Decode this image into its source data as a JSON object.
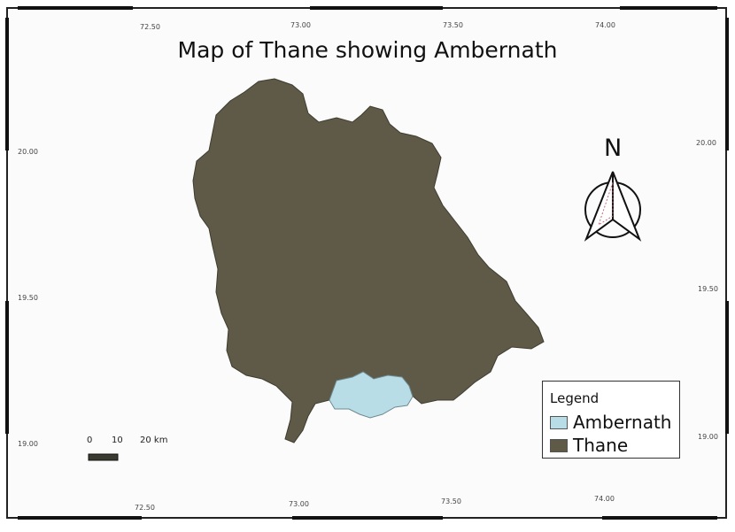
{
  "title": "Map of Thane showing Ambernath",
  "grid_ticks": {
    "top": [
      "72.50",
      "73.00",
      "73.50",
      "74.00"
    ],
    "bottom": [
      "72.50",
      "73.00",
      "73.50",
      "74.00"
    ],
    "left": [
      "20.00",
      "19.50",
      "19.00"
    ],
    "right": [
      "20.00",
      "19.50",
      "19.00"
    ]
  },
  "north_arrow": {
    "label": "N",
    "icon": "north-arrow-icon"
  },
  "legend": {
    "title": "Legend",
    "items": [
      {
        "label": "Ambernath",
        "color": "#b9dde6"
      },
      {
        "label": "Thane",
        "color": "#5e5a47"
      }
    ]
  },
  "scale_bar": {
    "labels": [
      "0",
      "10",
      "20 km"
    ]
  },
  "colors": {
    "thane": "#5e5a47",
    "ambernath": "#b9dde6",
    "frame": "#111111"
  }
}
